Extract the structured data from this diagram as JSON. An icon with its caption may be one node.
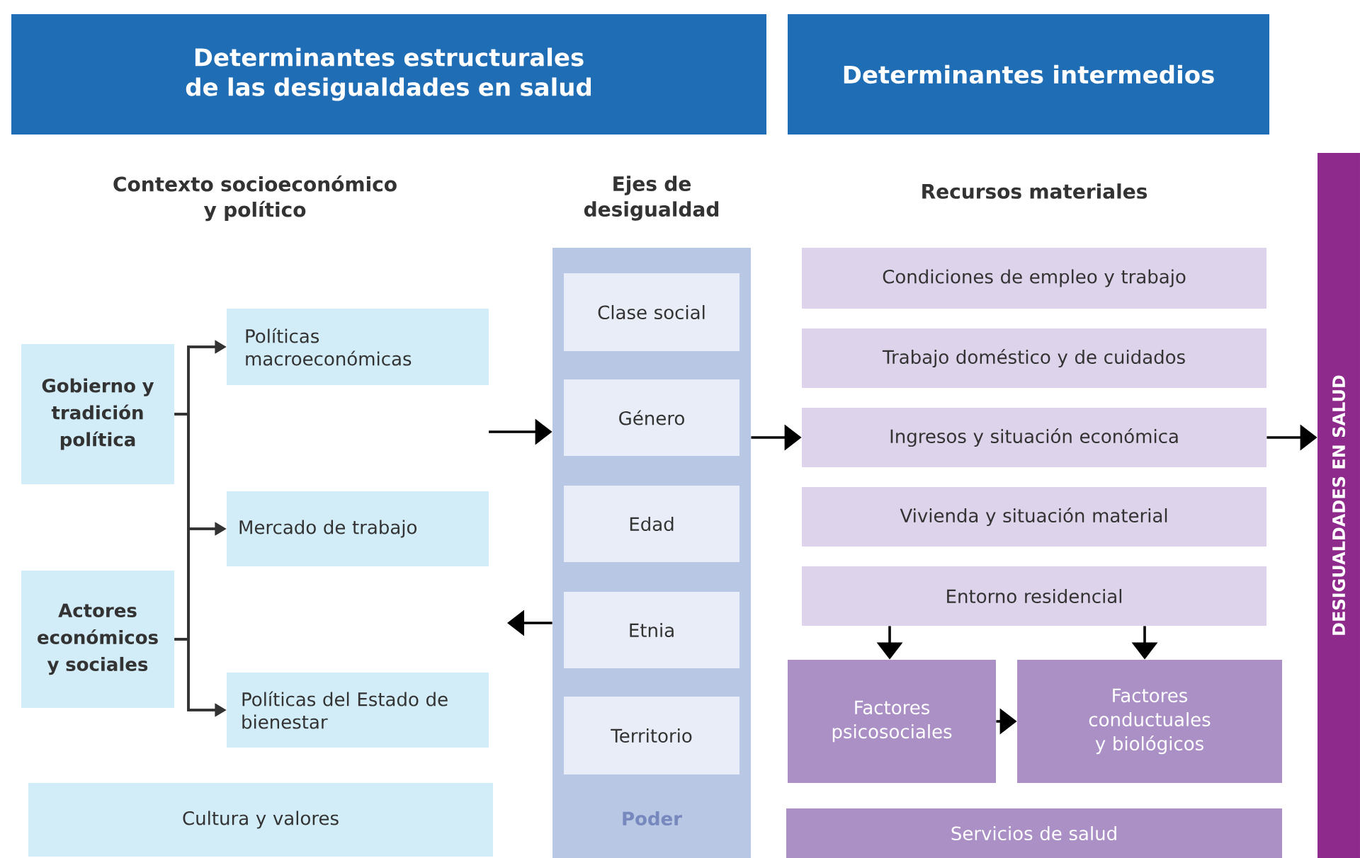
{
  "diagram": {
    "nodes": [
      {
        "text": [
          "Determinantes estructurales de las desigualdades en salud"
        ]
      },
      {
        "text": [
          "Determinantes intermedios"
        ]
      },
      {
        "text": [
          "Gobierno y tradición política"
        ]
      },
      {
        "text": [
          "Actores económicos y sociales"
        ]
      },
      {
        "text": [
          "Políticas macroeconómicas"
        ]
      },
      {
        "text": [
          "Mercado de trabajo"
        ]
      },
      {
        "text": [
          "Políticas del Estado de bienestar"
        ]
      },
      {
        "text": [
          "Cultura y valores"
        ]
      },
      {
        "text": [
          "Ejes de desigualdad",
          "Poder"
        ]
      },
      {
        "text": [
          "Clase social"
        ],
        "in": 8
      },
      {
        "text": [
          "Género"
        ],
        "in": 8
      },
      {
        "text": [
          "Edad"
        ],
        "in": 8
      },
      {
        "text": [
          "Etnia"
        ],
        "in": 8
      },
      {
        "text": [
          "Territorio"
        ],
        "in": 8
      },
      {
        "text": [
          "Condiciones de empleo y trabajo"
        ]
      },
      {
        "text": [
          "Trabajo doméstico y de cuidados"
        ]
      },
      {
        "text": [
          "Ingresos y situación económica"
        ]
      },
      {
        "text": [
          "Vivienda y situación material"
        ]
      },
      {
        "text": [
          "Entorno residencial"
        ]
      },
      {
        "text": [
          "Factores psicosociales"
        ]
      },
      {
        "text": [
          "Factores conductuales y biológicos"
        ]
      },
      {
        "text": [
          "Servicios de salud"
        ]
      },
      {
        "text": [
          "DESIGUALDADES EN SALUD"
        ]
      }
    ],
    "edges": [
      {
        "from": 2,
        "to": 4,
        "arrow": "to"
      },
      {
        "from": 2,
        "to": 5,
        "arrow": "to"
      },
      {
        "from": 2,
        "to": 6,
        "arrow": "to"
      },
      {
        "from": 3,
        "to": 4,
        "arrow": "to"
      },
      {
        "from": 3,
        "to": 5,
        "arrow": "to"
      },
      {
        "from": 3,
        "to": 6,
        "arrow": "to"
      },
      {
        "from": null,
        "to": 8,
        "arrow": "to"
      },
      {
        "from": 8,
        "to": null,
        "arrow": "to"
      },
      {
        "from": 8,
        "to": 16,
        "arrow": "to"
      },
      {
        "from": 16,
        "to": 22,
        "arrow": "to"
      },
      {
        "from": 18,
        "to": 19,
        "arrow": "to"
      },
      {
        "from": 18,
        "to": 20,
        "arrow": "to"
      },
      {
        "from": 19,
        "to": 20,
        "arrow": "to"
      }
    ],
    "labels": [
      "Contexto socioeconómico y político",
      "Recursos materiales"
    ]
  }
}
